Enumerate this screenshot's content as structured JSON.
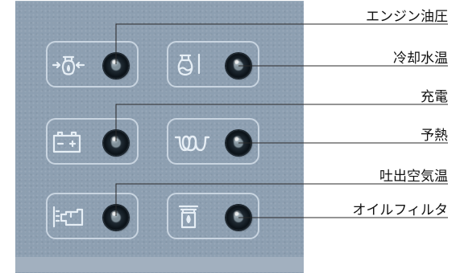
{
  "labels": {
    "oil_pressure": "エンジン油圧",
    "coolant_temp": "冷却水温",
    "charging": "充電",
    "preheat": "予熱",
    "exhaust_temp": "吐出空気温",
    "oil_filter": "オイルフィルタ"
  },
  "icons": {
    "oil_pressure": "engine-oil-pressure-icon",
    "coolant_temp": "coolant-temperature-icon",
    "charging": "battery-charge-icon",
    "preheat": "glow-plug-icon",
    "exhaust_temp": "discharge-air-temperature-icon",
    "oil_filter": "oil-filter-icon"
  },
  "colors": {
    "panel": "#8d9fb1",
    "frame": "#c8d4e0",
    "lamp": "#0b1218"
  }
}
